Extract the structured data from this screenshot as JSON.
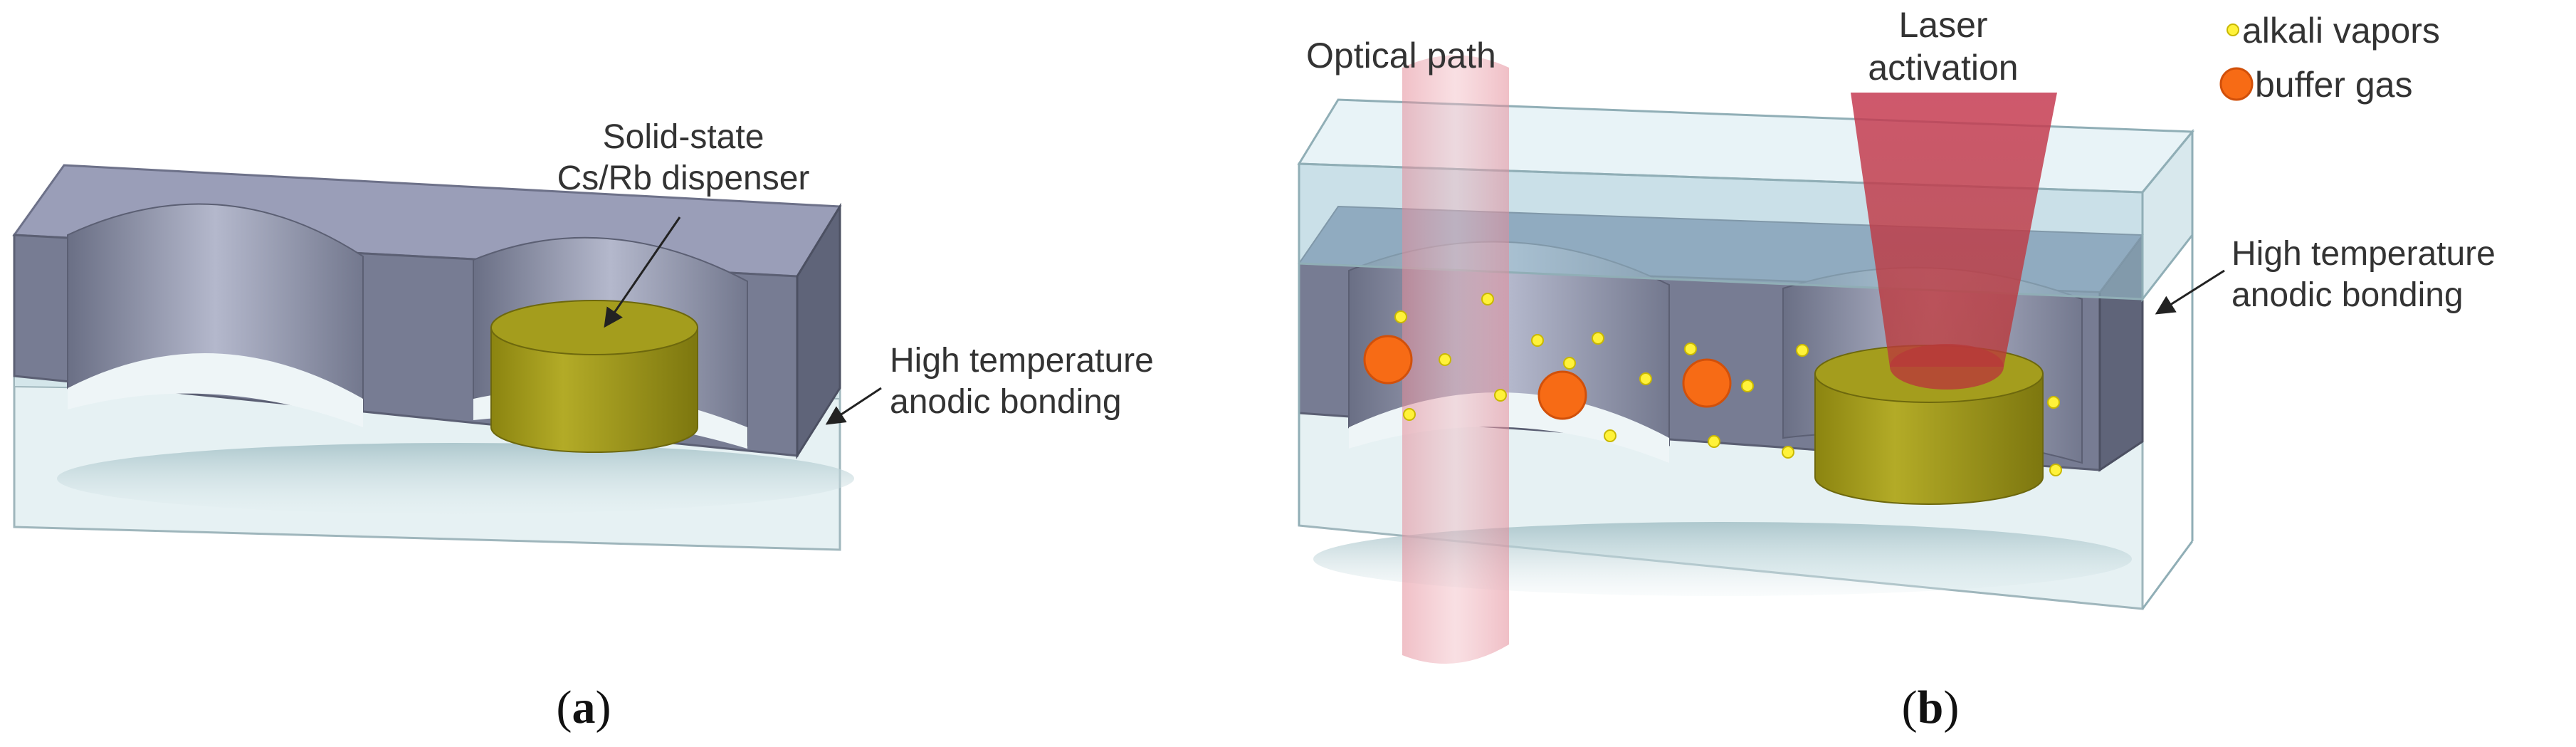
{
  "panel_a": {
    "dispenser_label_line1": "Solid-state",
    "dispenser_label_line2": "Cs/Rb dispenser",
    "bonding_label_line1": "High temperature",
    "bonding_label_line2": "anodic bonding",
    "caption_open": "(",
    "caption_letter": "a",
    "caption_close": ")"
  },
  "panel_b": {
    "optical_path_label": "Optical path",
    "laser_label_line1": "Laser",
    "laser_label_line2": "activation",
    "bonding_label_line1": "High temperature",
    "bonding_label_line2": "anodic bonding",
    "caption_open": "(",
    "caption_letter": "b",
    "caption_close": ")"
  },
  "legend": {
    "alkali_label": "alkali vapors",
    "buffer_label": "buffer gas"
  },
  "colors": {
    "silicon_frame": "#8a8fa6",
    "silicon_dark": "#5b5f73",
    "glass": "#dfeef1",
    "dispenser": "#9c9518",
    "alkali_dot": "#fff23a",
    "buffer_dot": "#f76b15",
    "optical_beam": "#e9a0aa",
    "laser_beam": "#c94f62"
  }
}
